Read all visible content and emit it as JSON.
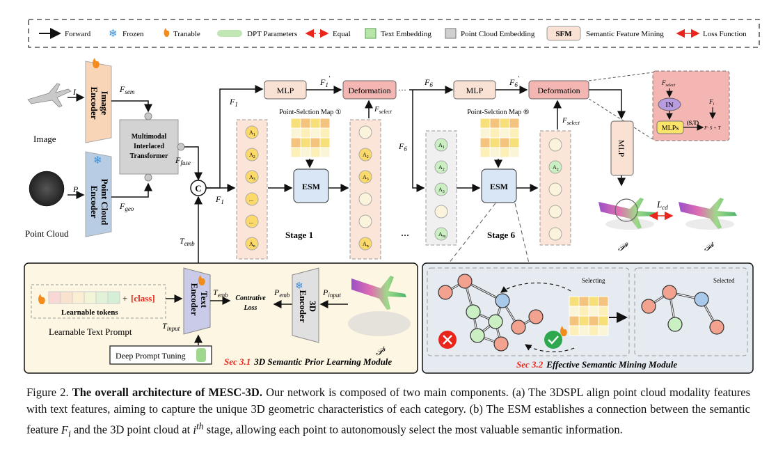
{
  "legend": {
    "forward": "Forward",
    "frozen": "Frozen",
    "tranable": "Tranable",
    "dpt": "DPT Parameters",
    "equal": "Equal",
    "text_emb": "Text Embedding",
    "pc_emb": "Point Cloud Embedding",
    "sfm_abbr": "SFM",
    "sfm": "Semantic Feature Mining",
    "loss": "Loss Function"
  },
  "inputs": {
    "image_label": "Image",
    "image_var": "I",
    "pc_label": "Point Cloud",
    "pc_var": "P"
  },
  "encoders": {
    "image": [
      "Image",
      "Encoder"
    ],
    "point": [
      "Point Cloud",
      "Encoder"
    ],
    "text": [
      "Text",
      "Encoder"
    ],
    "enc3d": [
      "3D",
      "Encoder"
    ]
  },
  "mit": [
    "Multimodal",
    "Interlaced",
    "Transformer"
  ],
  "vars": {
    "f_sem": "F",
    "f_sem_sub": "sem",
    "f_geo": "F",
    "f_geo_sub": "geo",
    "f_fuse": "F",
    "f_fuse_sub": "fuse",
    "f1": "F",
    "f1_sub": "1",
    "f1p": "F",
    "f1p_sub": "1",
    "f6": "F",
    "f6_sub": "6",
    "t_emb": "T",
    "t_emb_sub": "emb",
    "t_input": "T",
    "t_input_sub": "input",
    "p_emb": "P",
    "p_emb_sub": "emb",
    "p_input": "P",
    "p_input_sub": "input",
    "fsel": "F",
    "fsel_sub": "select",
    "l_cd": "L",
    "l_cd_sub": "cd",
    "concat": "C",
    "ellipsis": "···"
  },
  "stages": {
    "mlp": "MLP",
    "deformation": "Deformation",
    "esm": "ESM",
    "map1": "Point-Selction Map ①",
    "map6": "Point-Selction Map ⑥",
    "stage1": "Stage 1",
    "stage6": "Stage 6",
    "tokens_left": [
      "A",
      "A",
      "A",
      "...",
      "...",
      "A"
    ],
    "tokens_left_sub": [
      "1",
      "2",
      "3",
      "",
      "",
      "n"
    ],
    "tokens_sel1": [
      "",
      "A",
      "A",
      "",
      "",
      "A"
    ],
    "tokens_sel1_sub": [
      "",
      "2",
      "3",
      "",
      "",
      "n"
    ],
    "tokens_mid": [
      "A",
      "A",
      "A",
      "",
      "A"
    ],
    "tokens_mid_sub": [
      "1",
      "2",
      "3",
      "",
      "m"
    ],
    "tokens_sel6": [
      "",
      "A",
      "",
      "",
      ""
    ],
    "tokens_sel6_sub": [
      "",
      "2",
      "",
      "",
      ""
    ]
  },
  "sfm_box": {
    "fsel": "F",
    "fsel_sub": "select",
    "in": "IN",
    "mlps": "MLPs",
    "st": "(S,T)",
    "fi": "F",
    "fi_sub": "i",
    "out": "F",
    "out_rest": "· S + T"
  },
  "outputs": {
    "mlp": "MLP",
    "p_o": "𝒫",
    "p_o_sup": "o",
    "p_t": "𝒫",
    "p_t_sup": "t"
  },
  "module1": {
    "prompt_plus": "+",
    "class": "[class]",
    "tokens": "Learnable tokens",
    "prompt_label": "Learnable Text Prompt",
    "contrastive": [
      "Contrative",
      "Loss"
    ],
    "dpt": "Deep Prompt Tuning",
    "sec": "Sec 3.1",
    "title": "3D Semantic Prior Learning Module",
    "pt": "𝒫",
    "pt_sup": "t"
  },
  "module2": {
    "selecting": "Selecting",
    "selected": "Selected",
    "sec": "Sec 3.2",
    "title": "Effective Semantic Mining Module"
  },
  "caption": {
    "fig": "Figure 2.",
    "bold": "The overall architecture of MESC-3D.",
    "t1": " Our network is composed of two main components. (a) The 3DSPL align point cloud modality features with text features, aiming to capture the unique 3D geometric characteristics of each category. (b) The ESM establishes a connection between the semantic feature ",
    "fi": "F",
    "fi_sub": "i",
    "t2": " and the 3D point cloud at ",
    "ith": "i",
    "ith_sup": "th",
    "t3": " stage, allowing each point to autonomously select the most valuable semantic information."
  },
  "colors": {
    "orange_enc": "#f9d5b8",
    "blue_enc": "#b8cde3",
    "gray": "#d3d3d3",
    "peach": "#fbe4d8",
    "red_box": "#f4b6b2",
    "yellow": "#fbd96a",
    "green": "#c9efc2",
    "red": "#e8261c",
    "blue_node": "#a9c9ea",
    "salmon": "#f2a28f"
  }
}
